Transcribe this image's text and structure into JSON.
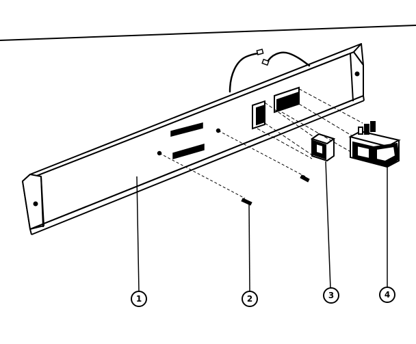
{
  "diagram": {
    "callouts": [
      {
        "id": "1",
        "label": "1"
      },
      {
        "id": "2",
        "label": "2"
      },
      {
        "id": "3",
        "label": "3"
      },
      {
        "id": "4",
        "label": "4"
      }
    ],
    "ink_color": "#000000",
    "background_color": "#ffffff"
  }
}
